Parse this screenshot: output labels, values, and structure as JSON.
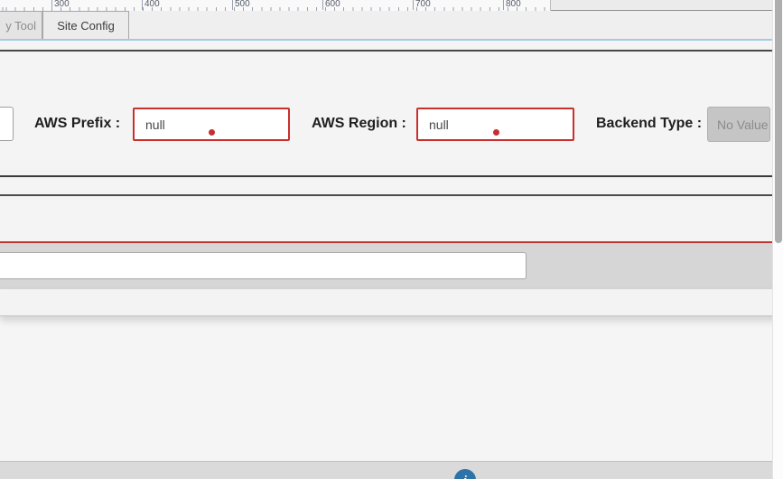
{
  "ruler": {
    "labels": [
      "300",
      "400",
      "500",
      "600",
      "700",
      "800"
    ]
  },
  "tabs": {
    "items": [
      {
        "label": "y Tool",
        "active": false
      },
      {
        "label": "Site Config",
        "active": true
      }
    ]
  },
  "form": {
    "aws_prefix": {
      "label": "AWS Prefix :",
      "value": "null",
      "state": "error"
    },
    "aws_region": {
      "label": "AWS Region :",
      "value": "null",
      "state": "error"
    },
    "backend_type": {
      "label": "Backend Type :",
      "value": "No Value",
      "state": "disabled"
    }
  },
  "bottom_input": {
    "value": "",
    "placeholder": ""
  },
  "footer": {
    "info_icon_glyph": "i"
  },
  "colors": {
    "error_border": "#c9302c",
    "error_dot": "#c53030",
    "tab_accent_line": "#a3cbe0",
    "divider_red": "#c03434",
    "divider_dark": "#3a3a3a",
    "footer_icon_blue": "#2d73a8",
    "disabled_field_bg": "#c5c5c5"
  }
}
